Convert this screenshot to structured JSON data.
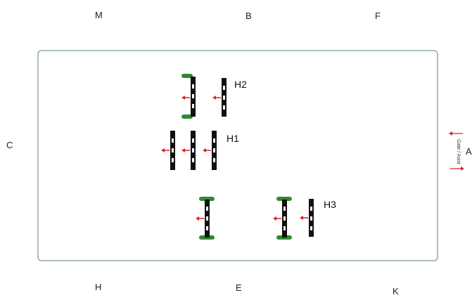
{
  "arena_letters": {
    "M": "M",
    "B": "B",
    "F": "F",
    "C": "C",
    "A": "A",
    "H": "H",
    "E": "E",
    "K": "K"
  },
  "combinations": {
    "h1": "H1",
    "h2": "H2",
    "h3": "H3"
  },
  "entry_exit_label": "Gate / Asist",
  "colors": {
    "arena_border": "#8fae8f",
    "pole": "#111111",
    "pole_stripe": "#ffffff",
    "wing": "#2e8b2e",
    "direction_arrow": "#e02020"
  }
}
